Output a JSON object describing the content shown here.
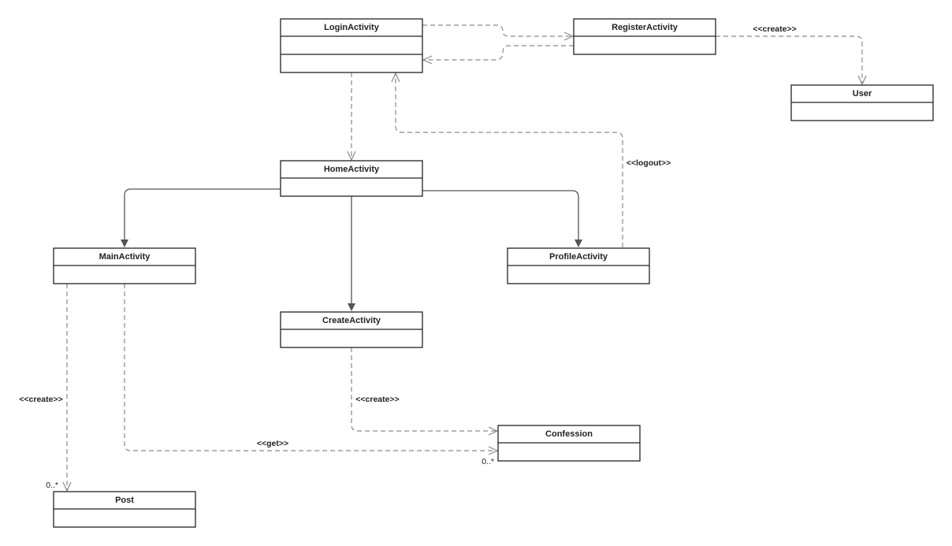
{
  "colors": {
    "box_border": "#222222",
    "dependency_line": "#8a8a8a",
    "association_line": "#555555",
    "background": "#ffffff"
  },
  "classes": {
    "login": {
      "name": "LoginActivity"
    },
    "register": {
      "name": "RegisterActivity"
    },
    "user": {
      "name": "User"
    },
    "home": {
      "name": "HomeActivity"
    },
    "main": {
      "name": "MainActivity"
    },
    "profile": {
      "name": "ProfileActivity"
    },
    "create": {
      "name": "CreateActivity"
    },
    "confession": {
      "name": "Confession"
    },
    "post": {
      "name": "Post"
    }
  },
  "relations": {
    "register_user": {
      "label": "<<create>>"
    },
    "profile_login": {
      "label": "<<logout>>"
    },
    "main_post": {
      "label": "<<create>>",
      "multiplicity": "0..*"
    },
    "create_confession": {
      "label": "<<create>>"
    },
    "main_confession": {
      "label": "<<get>>",
      "multiplicity": "0..*"
    }
  }
}
